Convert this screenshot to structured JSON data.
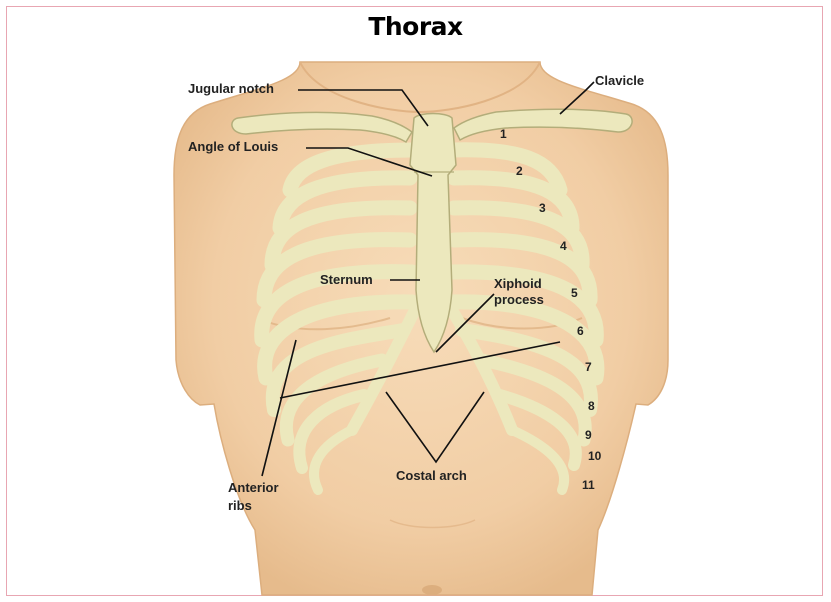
{
  "title": "Thorax",
  "labels": {
    "jugular_notch": "Jugular notch",
    "clavicle": "Clavicle",
    "angle_of_louis": "Angle of Louis",
    "sternum": "Sternum",
    "xiphoid_line1": "Xiphoid",
    "xiphoid_line2": "process",
    "anterior_line1": "Anterior",
    "anterior_line2": "ribs",
    "costal_arch": "Costal arch"
  },
  "rib_numbers": [
    "1",
    "2",
    "3",
    "4",
    "5",
    "6",
    "7",
    "8",
    "9",
    "10",
    "11"
  ],
  "colors": {
    "frame": "#e8a6b2",
    "skin": "#f4d4ae",
    "skin_shadow": "#e3b888",
    "bone": "#ece8bd",
    "bone_edge": "#b3ad7a",
    "leader": "#111111"
  }
}
